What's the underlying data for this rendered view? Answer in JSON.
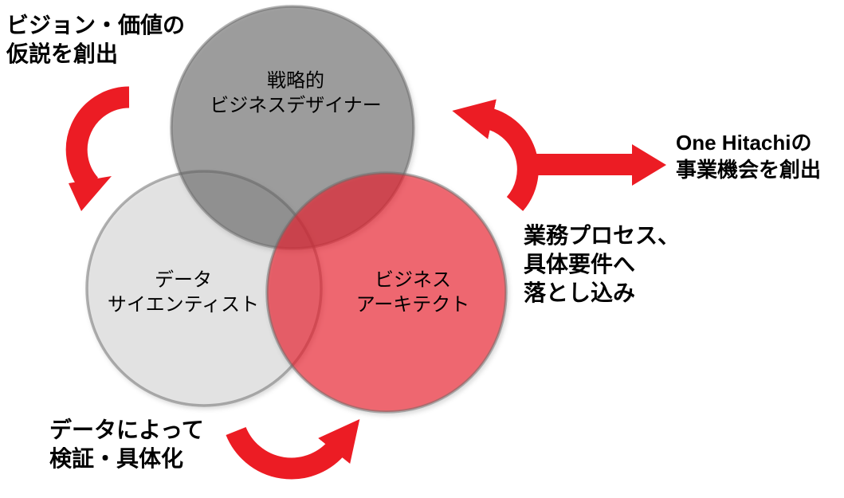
{
  "diagram": {
    "title": "Role collaboration venn diagram",
    "circles": {
      "strategic_designer": {
        "lines": [
          "戦略的",
          "ビジネスデザイナー"
        ],
        "fill": "#a7a7a7"
      },
      "data_scientist": {
        "lines": [
          "データ",
          "サイエンティスト"
        ],
        "fill": "#e9e9e9"
      },
      "business_architect": {
        "lines": [
          "ビジネス",
          "アーキテクト"
        ],
        "fill": "#f47a80"
      }
    },
    "annotations": {
      "vision": {
        "lines": [
          "ビジョン・価値の",
          "仮説を創出"
        ]
      },
      "one_hitachi": {
        "lines": [
          "One Hitachiの",
          "事業機会を創出"
        ]
      },
      "process_breakdown": {
        "lines": [
          "業務プロセス、",
          "具体要件へ",
          "落とし込み"
        ]
      },
      "data_verification": {
        "lines": [
          "データによって",
          "検証・具体化"
        ]
      }
    },
    "colors": {
      "arrow_red": "#ec1c24",
      "circle_border_gray": "#696969",
      "text_black": "#000000",
      "background": "#ffffff"
    }
  }
}
